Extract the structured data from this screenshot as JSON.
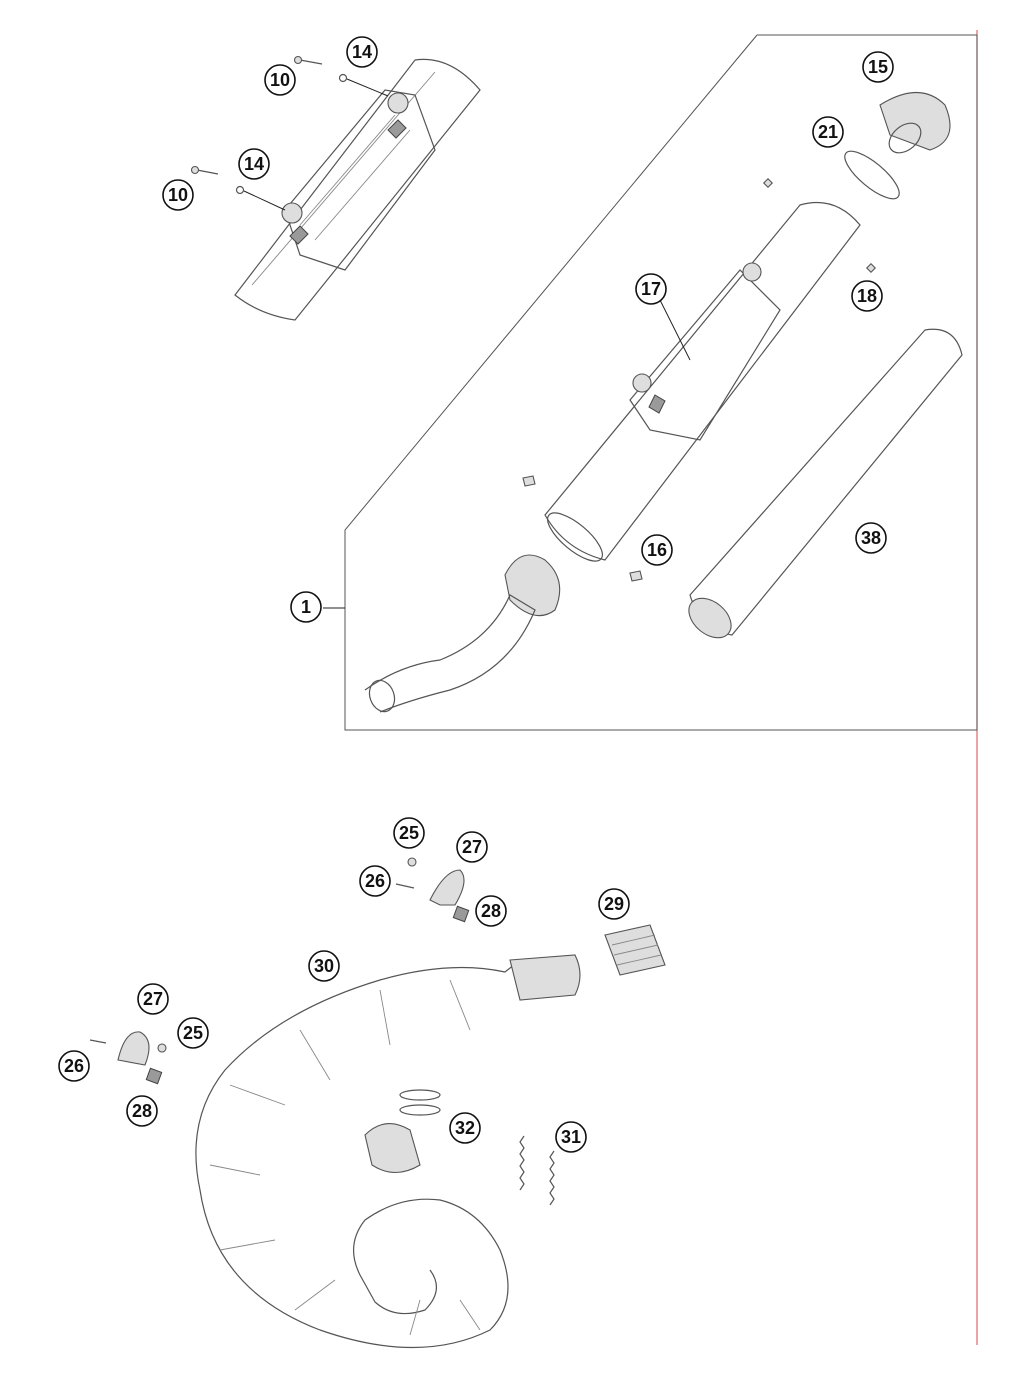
{
  "diagram": {
    "callouts": [
      {
        "id": "c-14a",
        "label": "14"
      },
      {
        "id": "c-10a",
        "label": "10"
      },
      {
        "id": "c-14b",
        "label": "14"
      },
      {
        "id": "c-10b",
        "label": "10"
      },
      {
        "id": "c-15",
        "label": "15"
      },
      {
        "id": "c-21",
        "label": "21"
      },
      {
        "id": "c-17",
        "label": "17"
      },
      {
        "id": "c-18",
        "label": "18"
      },
      {
        "id": "c-16",
        "label": "16"
      },
      {
        "id": "c-38",
        "label": "38"
      },
      {
        "id": "c-1",
        "label": "1"
      },
      {
        "id": "c-25a",
        "label": "25"
      },
      {
        "id": "c-27a",
        "label": "27"
      },
      {
        "id": "c-26a",
        "label": "26"
      },
      {
        "id": "c-28a",
        "label": "28"
      },
      {
        "id": "c-29",
        "label": "29"
      },
      {
        "id": "c-30",
        "label": "30"
      },
      {
        "id": "c-27b",
        "label": "27"
      },
      {
        "id": "c-25b",
        "label": "25"
      },
      {
        "id": "c-26b",
        "label": "26"
      },
      {
        "id": "c-28b",
        "label": "28"
      },
      {
        "id": "c-32",
        "label": "32"
      },
      {
        "id": "c-31",
        "label": "31"
      }
    ]
  }
}
